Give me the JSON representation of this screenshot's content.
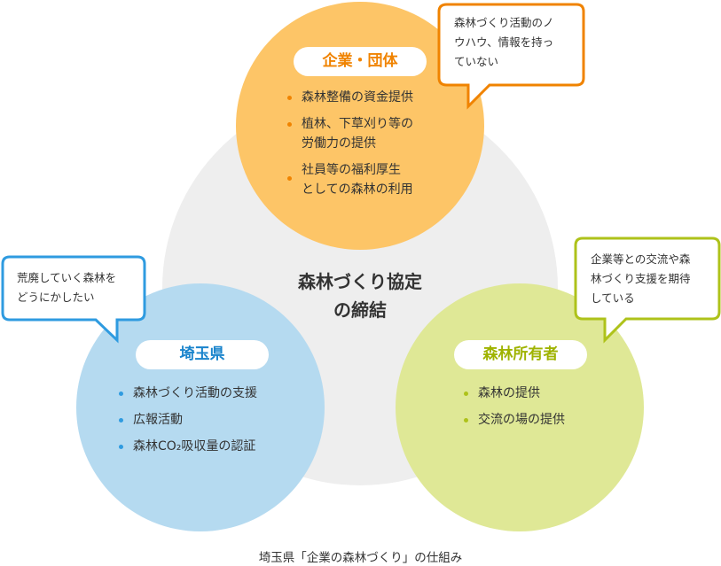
{
  "colors": {
    "gray": "#eeeeee",
    "orange": "#fdc567",
    "orange_accent": "#f08300",
    "blue": "#b5daf0",
    "blue_accent": "#2f9be0",
    "green": "#dfe896",
    "green_accent": "#aec21a"
  },
  "center_title": [
    "森林づくり協定",
    "の締結"
  ],
  "company": {
    "label": "企業・団体",
    "items": [
      [
        "森林整備の資金提供"
      ],
      [
        "植林、下草刈り等の",
        "労働力の提供"
      ],
      [
        "社員等の福利厚生",
        "としての森林の利用"
      ]
    ],
    "bubble": [
      "森林づくり活動のノ",
      "ウハウ、情報を持っ",
      "ていない"
    ]
  },
  "prefecture": {
    "label": "埼玉県",
    "items": [
      [
        "森林づくり活動の支援"
      ],
      [
        "広報活動"
      ],
      [
        "森林CO₂吸収量の認証"
      ]
    ],
    "bubble": [
      "荒廃していく森林を",
      "どうにかしたい"
    ]
  },
  "owner": {
    "label": "森林所有者",
    "items": [
      [
        "森林の提供"
      ],
      [
        "交流の場の提供"
      ]
    ],
    "bubble": [
      "企業等との交流や森",
      "林づくり支援を期待",
      "している"
    ]
  },
  "caption": "埼玉県「企業の森林づくり」の仕組み"
}
